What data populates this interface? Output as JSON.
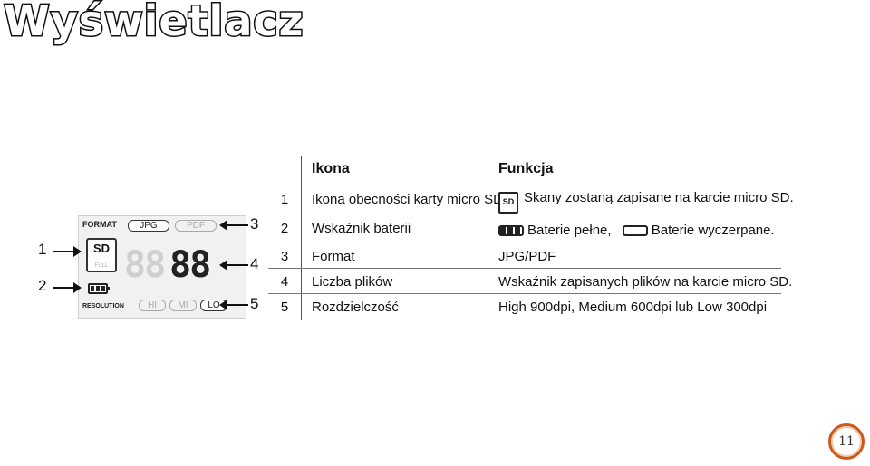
{
  "slide": {
    "title": "Wyświetlacz",
    "page_number": "11"
  },
  "lcd": {
    "format_label": "FORMAT",
    "format_options": [
      "JPG",
      "PDF"
    ],
    "format_selected": "JPG",
    "sd_label": "SD",
    "full_label": "FULL",
    "counter_dim": "88",
    "counter_on": "88",
    "resolution_label": "RESOLUTION",
    "resolution_options": [
      "HI",
      "MI",
      "LO"
    ],
    "resolution_selected": "LO",
    "callouts": [
      "1",
      "2",
      "3",
      "4",
      "5"
    ]
  },
  "table": {
    "headers": {
      "icon": "Ikona",
      "function": "Funkcja"
    },
    "rows": [
      {
        "num": "1",
        "name": "Ikona obecności karty micro SD",
        "icon_text": "SD",
        "function": "Skany zostaną zapisane na karcie micro SD."
      },
      {
        "num": "2",
        "name": "Wskaźnik baterii",
        "function_full": "Baterie pełne,",
        "function_empty": "Baterie wyczerpane."
      },
      {
        "num": "3",
        "name": "Format",
        "function": "JPG/PDF"
      },
      {
        "num": "4",
        "name": "Liczba plików",
        "function": "Wskaźnik zapisanych plików na karcie micro SD."
      },
      {
        "num": "5",
        "name": "Rozdzielczość",
        "function": "High 900dpi, Medium 600dpi lub Low 300dpi"
      }
    ]
  }
}
